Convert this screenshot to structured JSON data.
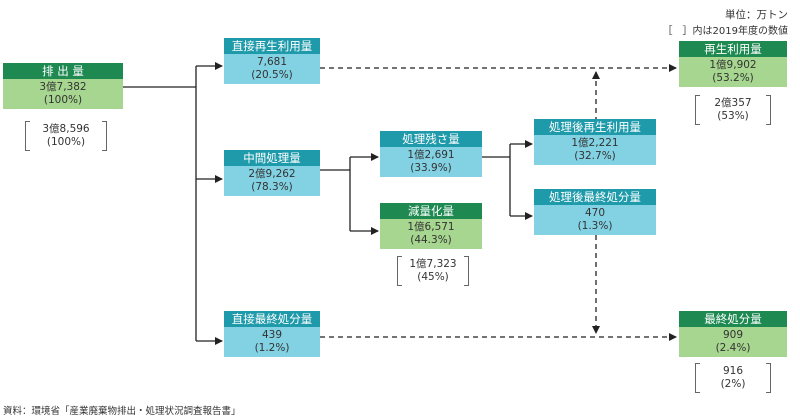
{
  "unit_note": "単位：万トン",
  "bracket_note": "［　］内は2019年度の数値",
  "source": "資料：環境省「産業廃棄物排出・処理状況調査報告書」",
  "nodes": {
    "emission": {
      "label": "排 出 量",
      "value": "3億7,382",
      "pct": "(100%)",
      "prev_value": "3億8,596",
      "prev_pct": "(100%)"
    },
    "direct_reuse": {
      "label": "直接再生利用量",
      "value": "7,681",
      "pct": "(20.5%)"
    },
    "intermediate": {
      "label": "中間処理量",
      "value": "2億9,262",
      "pct": "(78.3%)"
    },
    "direct_final": {
      "label": "直接最終処分量",
      "value": "439",
      "pct": "(1.2%)"
    },
    "residue": {
      "label": "処理残さ量",
      "value": "1億2,691",
      "pct": "(33.9%)"
    },
    "reduction": {
      "label": "減量化量",
      "value": "1億6,571",
      "pct": "(44.3%)",
      "prev_value": "1億7,323",
      "prev_pct": "(45%)"
    },
    "post_reuse": {
      "label": "処理後再生利用量",
      "value": "1億2,221",
      "pct": "(32.7%)"
    },
    "post_final": {
      "label": "処理後最終処分量",
      "value": "470",
      "pct": "(1.3%)"
    },
    "reuse_total": {
      "label": "再生利用量",
      "value": "1億9,902",
      "pct": "(53.2%)",
      "prev_value": "2億357",
      "prev_pct": "(53%)"
    },
    "final_total": {
      "label": "最終処分量",
      "value": "909",
      "pct": "(2.4%)",
      "prev_value": "916",
      "prev_pct": "(2%)"
    }
  }
}
